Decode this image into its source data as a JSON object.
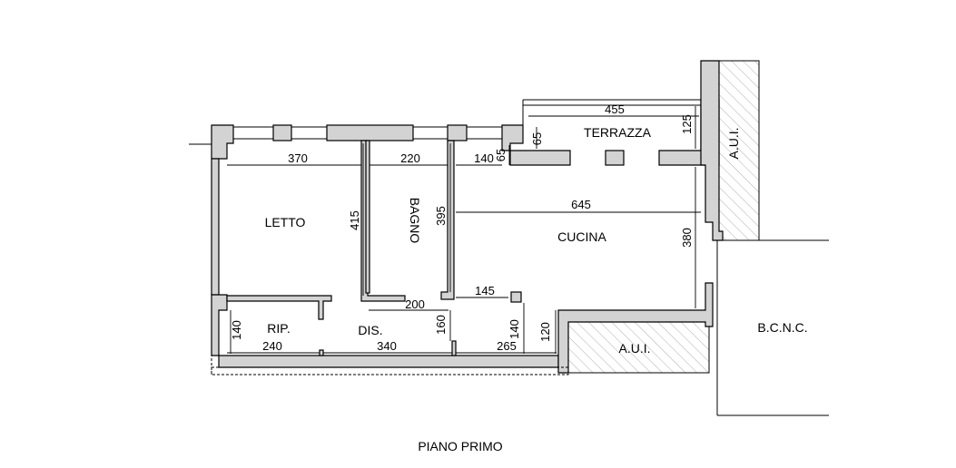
{
  "title": "PIANO PRIMO",
  "rooms": {
    "letto": "LETTO",
    "bagno": "BAGNO",
    "cucina": "CUCINA",
    "terrazza": "TERRAZZA",
    "rip": "RIP.",
    "dis": "DIS.",
    "aui_right": "A.U.I.",
    "aui_bottom": "A.U.I.",
    "bcnc": "B.C.N.C."
  },
  "dims": {
    "letto_width": "370",
    "bagno_width": "220",
    "corr_140": "140",
    "terr_65a": "65",
    "terr_65b": "65",
    "terr_455": "455",
    "terr_125": "125",
    "cucina_645": "645",
    "letto_415": "415",
    "bagno_395": "395",
    "cucina_380": "380",
    "dis_200": "200",
    "dis_145": "145",
    "rip_140": "140",
    "dis_160": "160",
    "cuc_140": "140",
    "cuc_120": "120",
    "rip_240": "240",
    "dis_340": "340",
    "cuc_265": "265"
  }
}
